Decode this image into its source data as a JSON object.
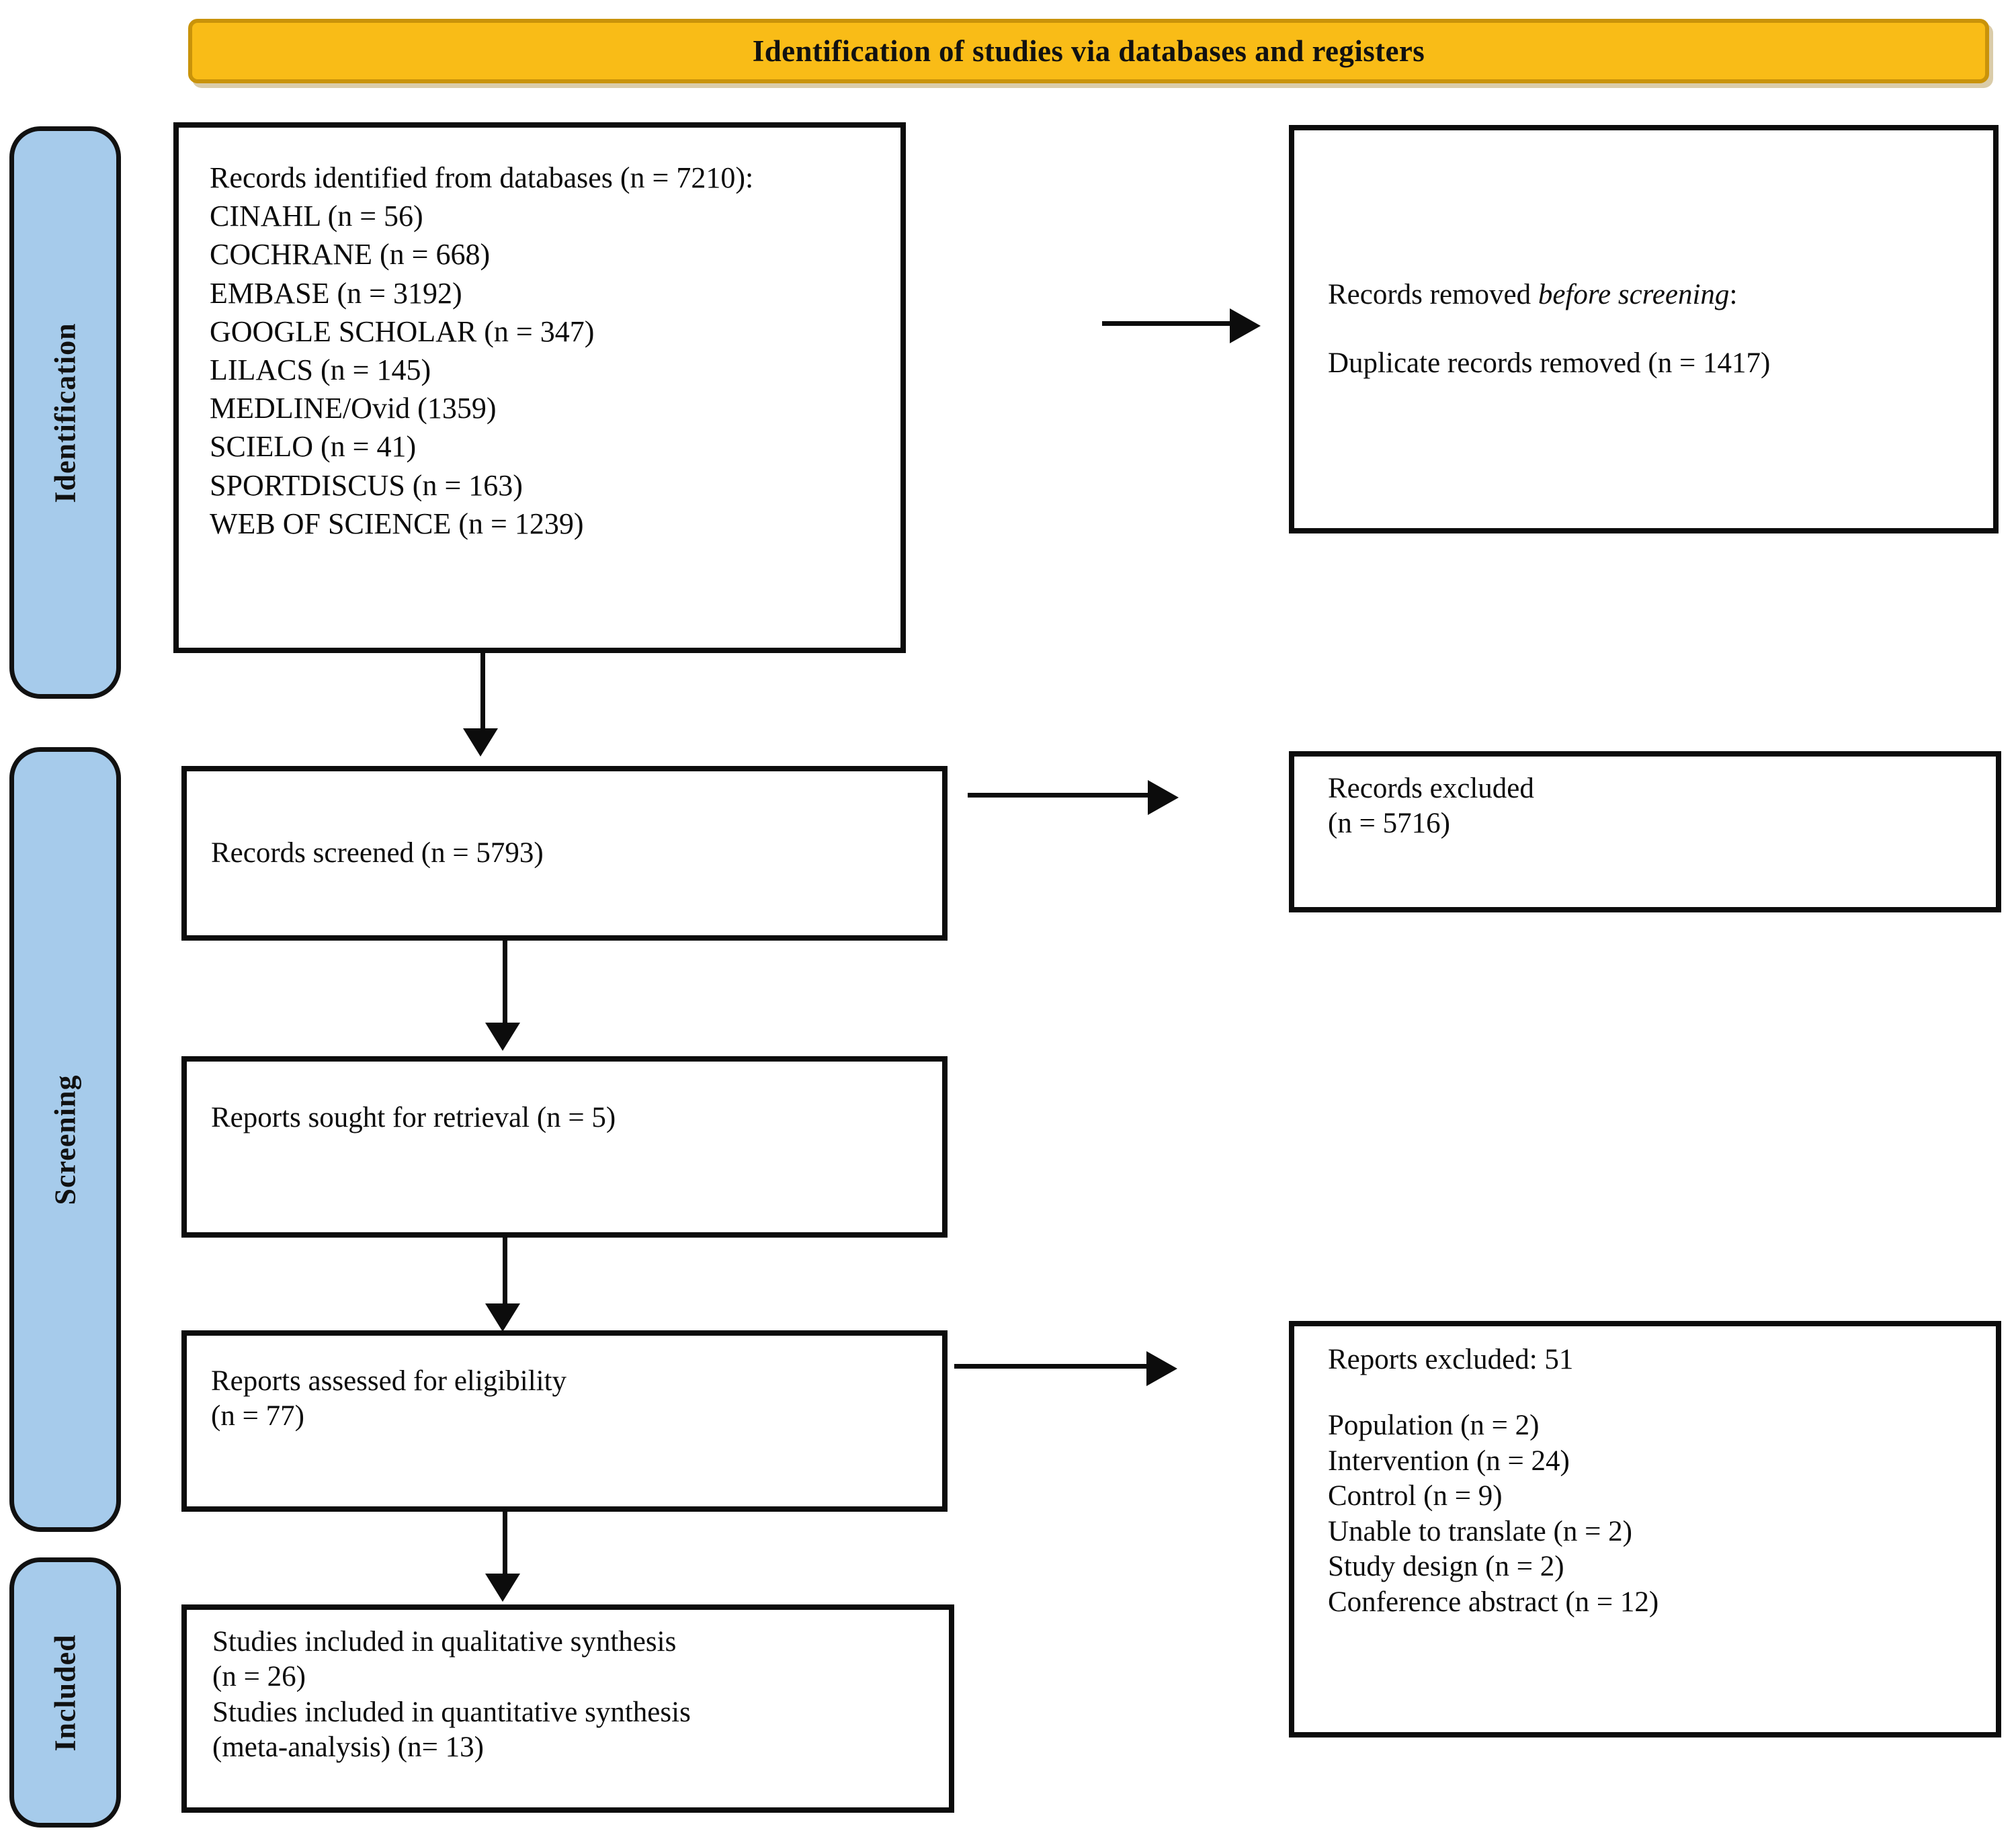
{
  "banner": {
    "title": "Identification of studies via databases and registers",
    "color": "#f9bc17"
  },
  "stages": {
    "identification": "Identification",
    "screening": "Screening",
    "included": "Included",
    "color": "#a6cbeb"
  },
  "boxes": {
    "identified": {
      "heading": "Records identified from databases (n = 7210):",
      "sources": [
        "CINAHL (n = 56)",
        "COCHRANE (n = 668)",
        "EMBASE (n = 3192)",
        "GOOGLE SCHOLAR (n = 347)",
        "LILACS (n = 145)",
        "MEDLINE/Ovid (1359)",
        "SCIELO (n = 41)",
        "SPORTDISCUS (n = 163)",
        "WEB OF SCIENCE (n = 1239)"
      ]
    },
    "removed": {
      "line1_prefix": "Records removed ",
      "line1_italic": "before screening",
      "line1_suffix": ":",
      "line2": "Duplicate records removed (n = 1417)"
    },
    "screened": {
      "line1": "Records screened (n = 5793)"
    },
    "excluded": {
      "line1": "Records excluded",
      "line2": "(n = 5716)"
    },
    "sought": {
      "line1": "Reports sought for retrieval (n = 5)"
    },
    "assessed": {
      "line1": "Reports assessed for eligibility",
      "line2": "(n = 77)"
    },
    "reports_excluded": {
      "heading": "Reports excluded: 51",
      "reasons": [
        "Population (n = 2)",
        "Intervention (n = 24)",
        "Control (n = 9)",
        "Unable to translate (n = 2)",
        "Study design (n = 2)",
        "Conference abstract (n = 12)"
      ]
    },
    "included": {
      "line1": "Studies included in qualitative synthesis",
      "line2": "(n = 26)",
      "line3": "Studies included in quantitative synthesis",
      "line4": "(meta-analysis) (n= 13)"
    }
  },
  "chart_data": {
    "type": "diagram",
    "title": "Identification of studies via databases and registers",
    "nodes": [
      {
        "id": "identified",
        "stage": "Identification",
        "label": "Records identified from databases",
        "n": 7210,
        "breakdown": [
          {
            "source": "CINAHL",
            "n": 56
          },
          {
            "source": "COCHRANE",
            "n": 668
          },
          {
            "source": "EMBASE",
            "n": 3192
          },
          {
            "source": "GOOGLE SCHOLAR",
            "n": 347
          },
          {
            "source": "LILACS",
            "n": 145
          },
          {
            "source": "MEDLINE/Ovid",
            "n": 1359
          },
          {
            "source": "SCIELO",
            "n": 41
          },
          {
            "source": "SPORTDISCUS",
            "n": 163
          },
          {
            "source": "WEB OF SCIENCE",
            "n": 1239
          }
        ]
      },
      {
        "id": "removed",
        "stage": "Identification",
        "label": "Duplicate records removed before screening",
        "n": 1417
      },
      {
        "id": "screened",
        "stage": "Screening",
        "label": "Records screened",
        "n": 5793
      },
      {
        "id": "excluded",
        "stage": "Screening",
        "label": "Records excluded",
        "n": 5716
      },
      {
        "id": "sought",
        "stage": "Screening",
        "label": "Reports sought for retrieval",
        "n": 5
      },
      {
        "id": "assessed",
        "stage": "Screening",
        "label": "Reports assessed for eligibility",
        "n": 77
      },
      {
        "id": "reports_excluded",
        "stage": "Screening",
        "label": "Reports excluded",
        "n": 51,
        "breakdown": [
          {
            "reason": "Population",
            "n": 2
          },
          {
            "reason": "Intervention",
            "n": 24
          },
          {
            "reason": "Control",
            "n": 9
          },
          {
            "reason": "Unable to translate",
            "n": 2
          },
          {
            "reason": "Study design",
            "n": 2
          },
          {
            "reason": "Conference abstract",
            "n": 12
          }
        ]
      },
      {
        "id": "included_qualitative",
        "stage": "Included",
        "label": "Studies included in qualitative synthesis",
        "n": 26
      },
      {
        "id": "included_quantitative",
        "stage": "Included",
        "label": "Studies included in quantitative synthesis (meta-analysis)",
        "n": 13
      }
    ],
    "edges": [
      {
        "from": "identified",
        "to": "removed",
        "direction": "right"
      },
      {
        "from": "identified",
        "to": "screened",
        "direction": "down"
      },
      {
        "from": "screened",
        "to": "excluded",
        "direction": "right"
      },
      {
        "from": "screened",
        "to": "sought",
        "direction": "down"
      },
      {
        "from": "sought",
        "to": "assessed",
        "direction": "down"
      },
      {
        "from": "assessed",
        "to": "reports_excluded",
        "direction": "right"
      },
      {
        "from": "assessed",
        "to": "included_qualitative",
        "direction": "down"
      }
    ]
  }
}
